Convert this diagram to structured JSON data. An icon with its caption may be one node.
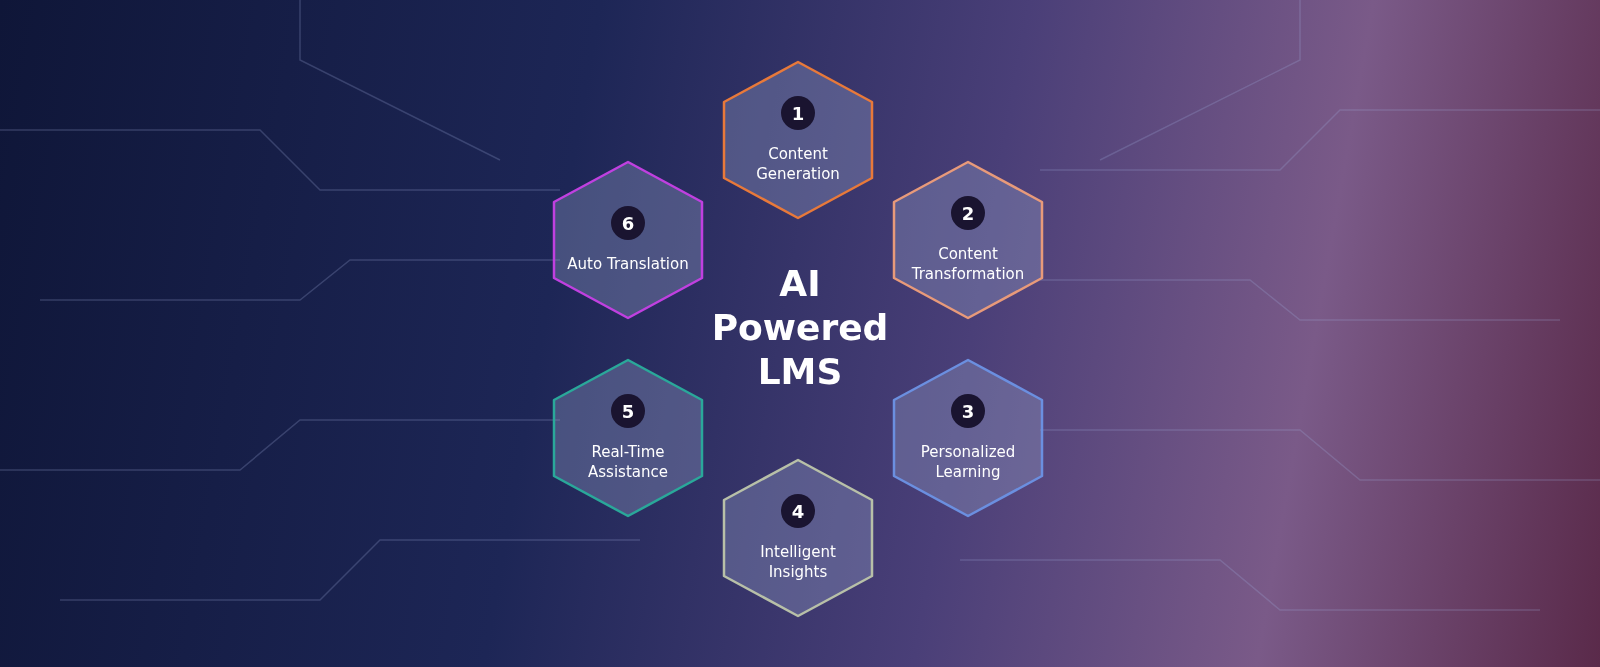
{
  "diagram": {
    "title": "AI Powered LMS",
    "nodes": [
      {
        "text": [
          "1",
          "Content Generation"
        ]
      },
      {
        "text": [
          "2",
          "Content Transformation"
        ]
      },
      {
        "text": [
          "3",
          "Personalized Learning"
        ]
      },
      {
        "text": [
          "4",
          "Intelligent Insights"
        ]
      },
      {
        "text": [
          "5",
          "Real-Time Assistance"
        ]
      },
      {
        "text": [
          "6",
          "Auto Translation"
        ]
      }
    ]
  }
}
